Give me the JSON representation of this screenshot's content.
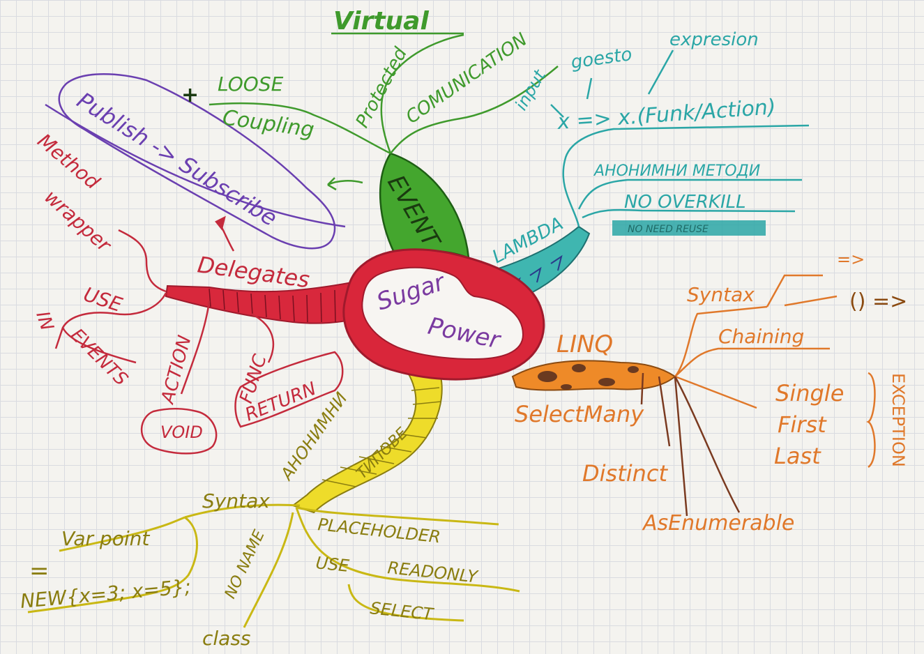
{
  "colors": {
    "paper": "#f4f3ef",
    "green": "#3f9a2c",
    "purple": "#6a3fb0",
    "red": "#c42a3c",
    "teal": "#2aa6a6",
    "orange": "#e0782a",
    "yellow": "#e4d21e",
    "yellow_text": "#8a7d10"
  },
  "center": {
    "line1": "Sugar",
    "line2": "Power"
  },
  "event": {
    "label": "EVENT",
    "virtual": "Virtual",
    "protected": "Protected",
    "comunication": "COMUNICATION",
    "loose": "LOOSE",
    "coupling": "Coupling",
    "plus": "+",
    "publish_subscribe": "Publish -> Subscribe"
  },
  "delegates": {
    "label": "Delegates",
    "method": "Method",
    "wrapper": "wrapper",
    "use": "USE",
    "in": "IN",
    "events": "EVENTS",
    "action": "ACTION",
    "void": "VOID",
    "func": "FUNC",
    "return": "RETURN"
  },
  "lambda": {
    "label": "LAMBDA",
    "input": "input",
    "goesto": "goesto",
    "expresion": "expresion",
    "formula": "x => x.(Funk/Action)",
    "anon_methods": "АНОНИМНИ МЕТОДИ",
    "no_overkill": "NO OVERKILL",
    "no_need_reuse": "NO NEED REUSE"
  },
  "linq": {
    "label": "LINQ",
    "syntax": "Syntax",
    "arrow1": "=>",
    "arrow2": "() =>",
    "chaining": "Chaining",
    "single": "Single",
    "first": "First",
    "last": "Last",
    "exception": "EXCEPTION",
    "select_many": "SelectMany",
    "distinct": "Distinct",
    "as_enumerable": "AsEnumerable"
  },
  "anon_types": {
    "label": "АНОНИМНИ",
    "label2": "ТИПОВЕ",
    "syntax": "Syntax",
    "var_point": "Var point",
    "equals": "=",
    "new_expr": "NEW{x=3; x=5};",
    "no_name": "NO NAME",
    "class": "class",
    "placeholder": "PLACEHOLDER",
    "use": "USE",
    "readonly": "READONLY",
    "select": "SELECT"
  }
}
